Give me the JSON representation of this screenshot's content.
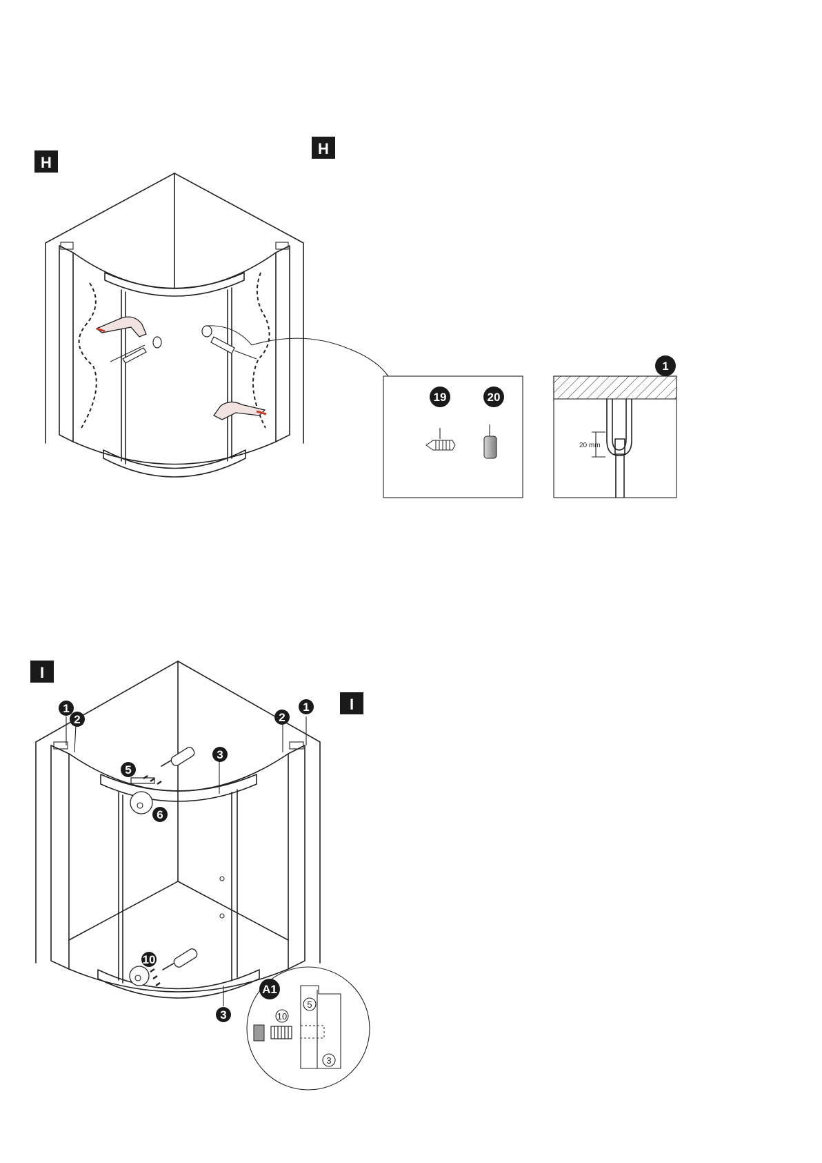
{
  "steps": {
    "h_main": "H",
    "h_side": "H",
    "i_main": "I",
    "i_side": "I"
  },
  "parts_detail": {
    "screw_no": "19",
    "cap_no": "20"
  },
  "profile_detail": {
    "callout_no": "1",
    "gap_label": "20 mm"
  },
  "i_callouts": {
    "left_wall_profile": "1",
    "left_wall_part": "2",
    "right_wall_profile": "1",
    "right_wall_part": "2",
    "top_rail": "3",
    "top_bracket": "5",
    "top_roller": "6",
    "bottom_roller": "10",
    "bottom_rail": "3"
  },
  "detail_a1": {
    "label": "A1",
    "part_10": "10",
    "part_5": "5",
    "part_3": "3"
  },
  "colors": {
    "ink": "#1a1a1a",
    "handle_accent": "#c0392b",
    "cap_gray": "#9a9a9a"
  }
}
